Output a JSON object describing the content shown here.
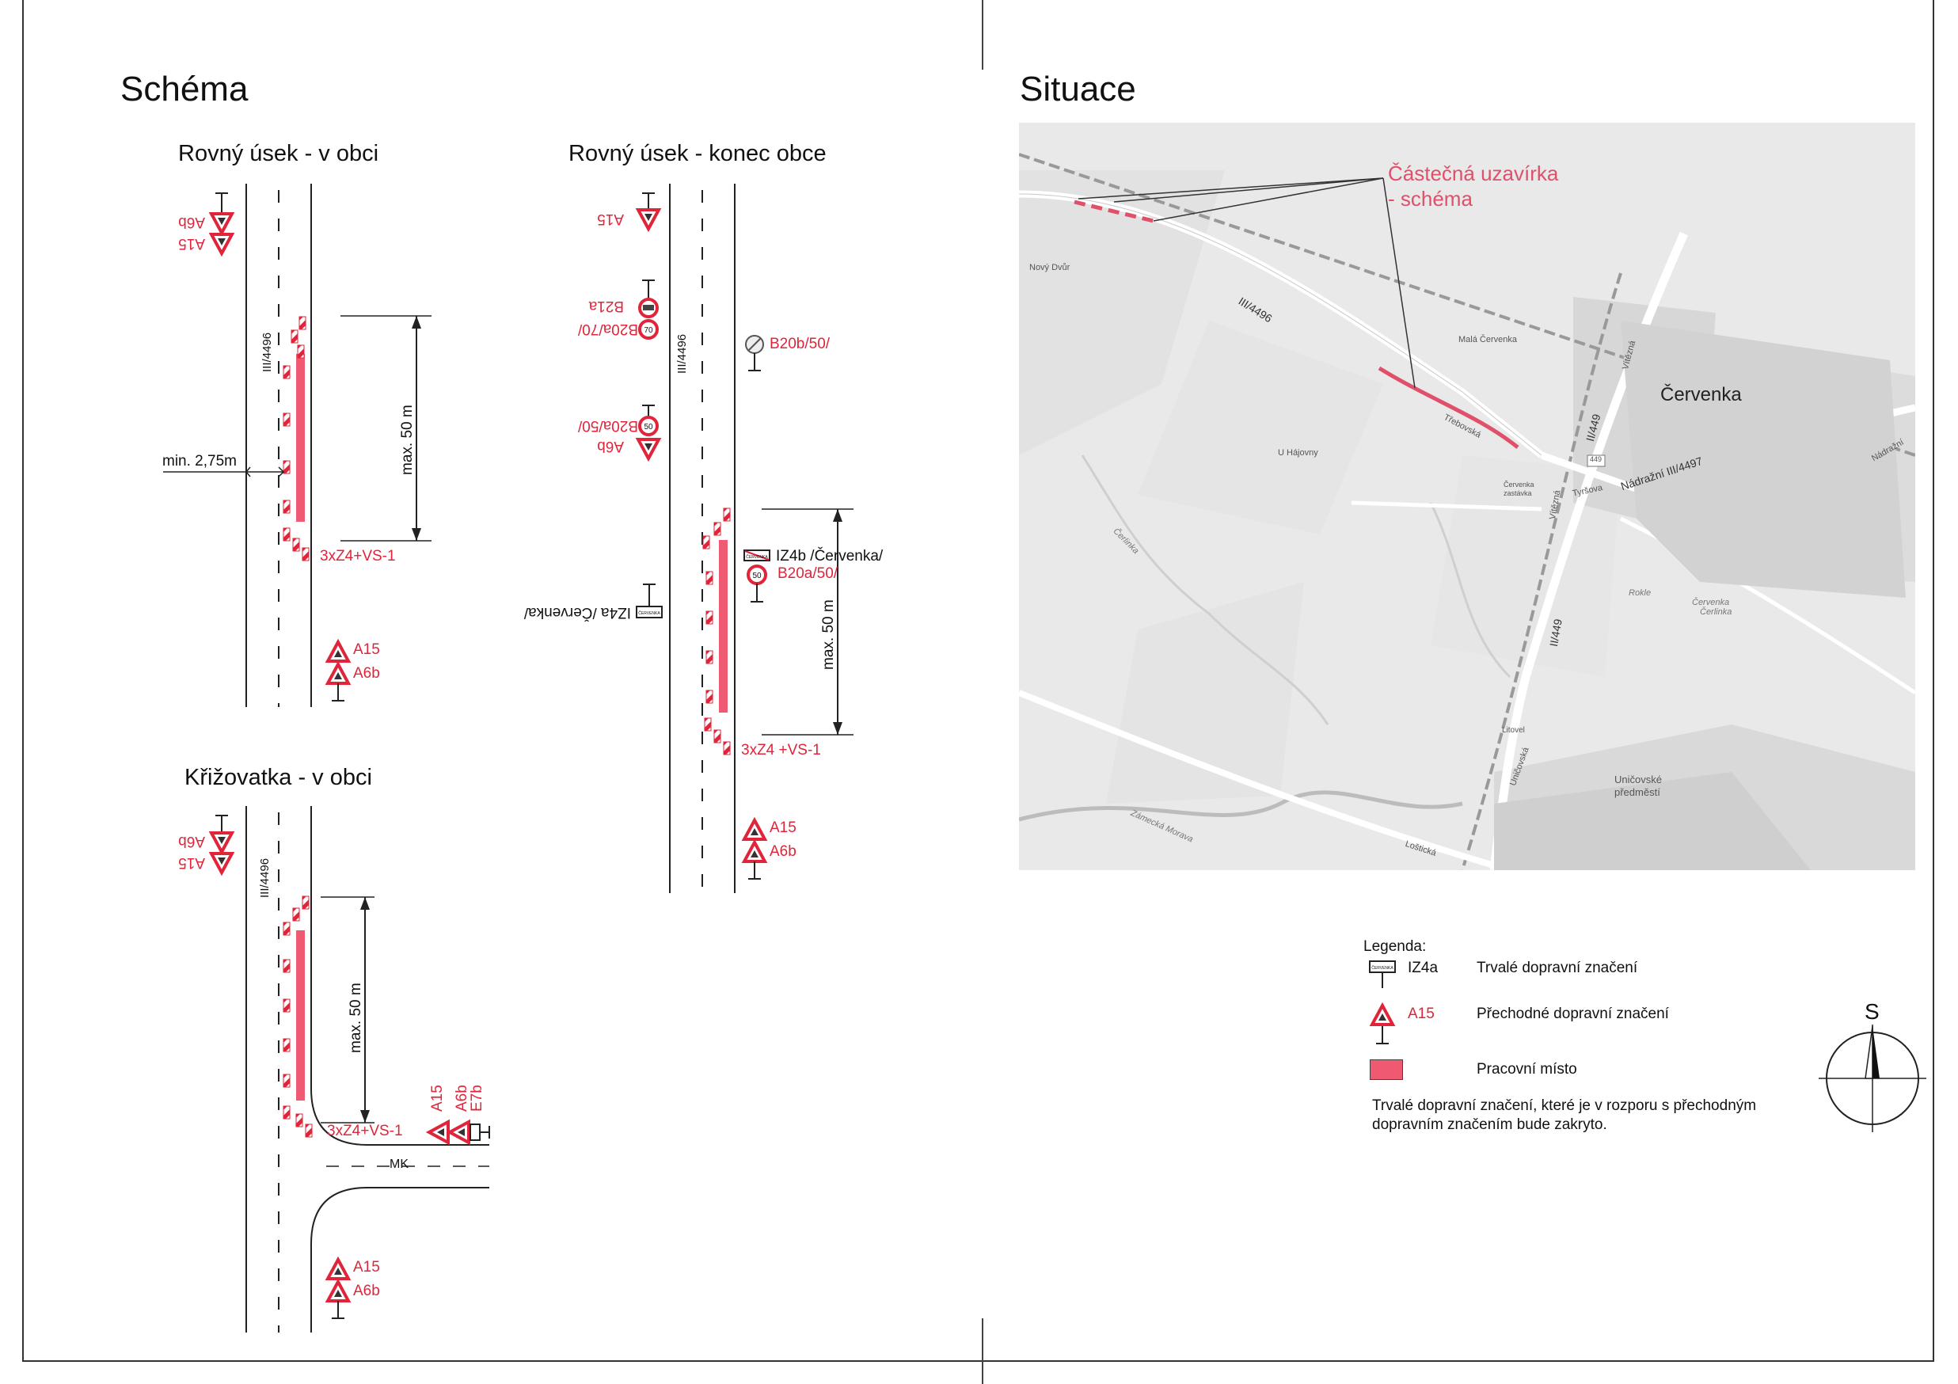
{
  "left_panel": {
    "title": "Schéma",
    "section_straight_in_village": {
      "heading": "Rovný úsek - v obci",
      "road_label": "III/4496",
      "min_width": "min. 2,75m",
      "max_length": "max. 50 m",
      "end_signs": "3xZ4+VS-1",
      "top_signs": [
        "A6b",
        "A15"
      ],
      "bottom_signs": [
        "A15",
        "A6b"
      ]
    },
    "section_straight_end_village": {
      "heading": "Rovný úsek - konec obce",
      "road_label": "III/4496",
      "max_length": "max. 50 m",
      "end_signs": "3xZ4 +VS-1",
      "top_sign": "A15",
      "speed_signs": [
        "B21a",
        "B20a/70/"
      ],
      "sign_b20b": "B20b/50/",
      "signs_a6b_b20a50": [
        "B20a/50/",
        "A6b"
      ],
      "sign_iz4b": "IZ4b /Červenka/",
      "sign_b20a50_right": "B20a/50/",
      "sign_iz4a": "IZ4a /Červenka/",
      "bottom_signs": [
        "A15",
        "A6b"
      ],
      "sign_speed_values": [
        "70",
        "50",
        "50"
      ],
      "plate_text": "ČERVENKA"
    },
    "section_junction": {
      "heading": "Křižovatka - v obci",
      "road_label": "III/4496",
      "max_length": "max. 50 m",
      "end_signs": "3xZ4+VS-1",
      "side_road": "MK",
      "top_signs": [
        "A6b",
        "A15"
      ],
      "side_signs": [
        "A15",
        "A6b",
        "E7b"
      ],
      "bottom_signs": [
        "A15",
        "A6b"
      ]
    }
  },
  "right_panel": {
    "title": "Situace",
    "map": {
      "callout": [
        "Částečná uzavírka",
        "- schéma"
      ],
      "places": {
        "novy_dvur": "Nový Dvůr",
        "mala_cervenka": "Malá Červenka",
        "cervenka": "Červenka",
        "u_hajovny": "U Hájovny",
        "cervenka_zastavka_1": "Červenka",
        "cervenka_zastavka_2": "zastávka",
        "litovel": "Litovel",
        "unicovske_1": "Uničovské",
        "unicovske_2": "předměstí",
        "rokle": "Rokle",
        "cervenka_small": "Červenka"
      },
      "roads": {
        "r4496": "III/4496",
        "r449_a": "II/449",
        "r449_b": "II/449",
        "r4497": "Nádražní  III/4497",
        "vitezna_a": "Vítězná",
        "vitezna_b": "Vítězná",
        "tyrsova": "Tyršova",
        "nadrazni": "Nádražní",
        "unicovska": "Uničovská",
        "losticka": "Loštická",
        "trebovska": "Třebovská",
        "zamecka": "Zámecká Morava",
        "cerlinka": "Čerlinka",
        "cerlinka2": "Čerlinka",
        "sign_449": "449"
      }
    },
    "legend": {
      "title": "Legenda:",
      "items": [
        {
          "code": "IZ4a",
          "text": "Trvalé dopravní značení"
        },
        {
          "code": "A15",
          "text": "Přechodné dopravní značení"
        },
        {
          "code": "",
          "text": "Pracovní místo"
        }
      ],
      "note_line1": "Trvalé dopravní značení, které je v rozporu s přechodným",
      "note_line2": "dopravním značením bude zakryto.",
      "north_label": "S",
      "plate_text": "ČERVENKA"
    }
  },
  "colors": {
    "accent_red": "#e0243a",
    "work_zone": "#ef5a72",
    "map_bg": "#e8e8e8",
    "callout_pink": "#e0506a"
  }
}
